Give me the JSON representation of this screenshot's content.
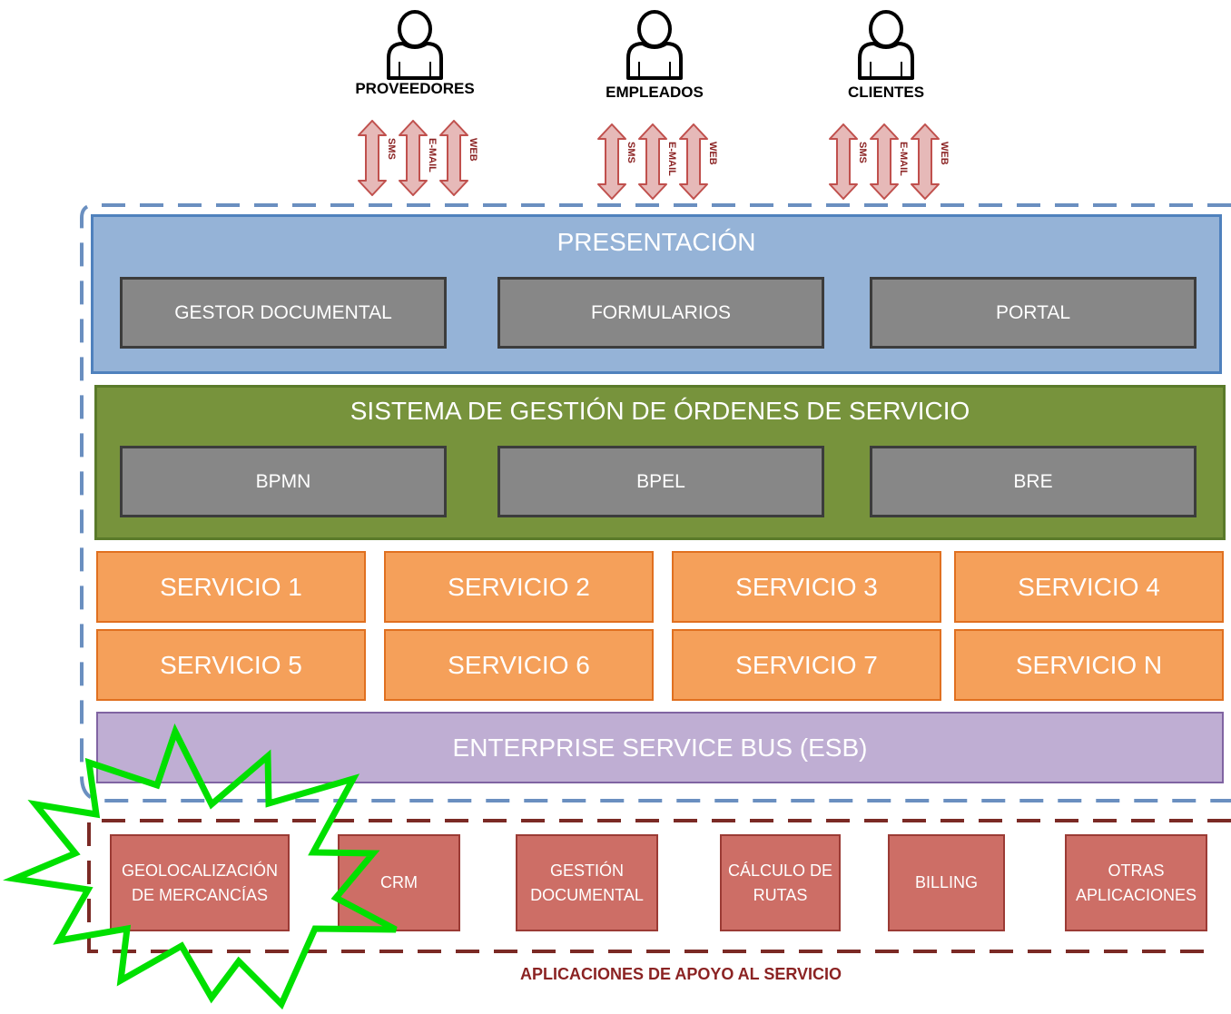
{
  "actors": [
    {
      "name": "PROVEEDORES",
      "channels": [
        "SMS",
        "E-MAIL",
        "WEB"
      ]
    },
    {
      "name": "EMPLEADOS",
      "channels": [
        "SMS",
        "E-MAIL",
        "WEB"
      ]
    },
    {
      "name": "CLIENTES",
      "channels": [
        "SMS",
        "E-MAIL",
        "WEB"
      ]
    }
  ],
  "presentation": {
    "title": "PRESENTACIÓN",
    "items": [
      "GESTOR DOCUMENTAL",
      "FORMULARIOS",
      "PORTAL"
    ]
  },
  "orders": {
    "title": "SISTEMA DE GESTIÓN DE ÓRDENES DE SERVICIO",
    "items": [
      "BPMN",
      "BPEL",
      "BRE"
    ]
  },
  "services": [
    "SERVICIO 1",
    "SERVICIO 2",
    "SERVICIO 3",
    "SERVICIO 4",
    "SERVICIO 5",
    "SERVICIO 6",
    "SERVICIO 7",
    "SERVICIO N"
  ],
  "esb": {
    "title": "ENTERPRISE SERVICE BUS (ESB)"
  },
  "support_apps": {
    "items": [
      "GEOLOCALIZACIÓN\nDE MERCANCÍAS",
      "CRM",
      "GESTIÓN\nDOCUMENTAL",
      "CÁLCULO DE\nRUTAS",
      "BILLING",
      "OTRAS\nAPLICACIONES"
    ],
    "footer": "APLICACIONES DE APOYO AL SERVICIO"
  },
  "colors": {
    "presentation": "#95b3d7",
    "orders": "#77933c",
    "service": "#f5a05a",
    "esb": "#bfaed3",
    "app": "#cd6e66",
    "highlight": "#00e000"
  }
}
